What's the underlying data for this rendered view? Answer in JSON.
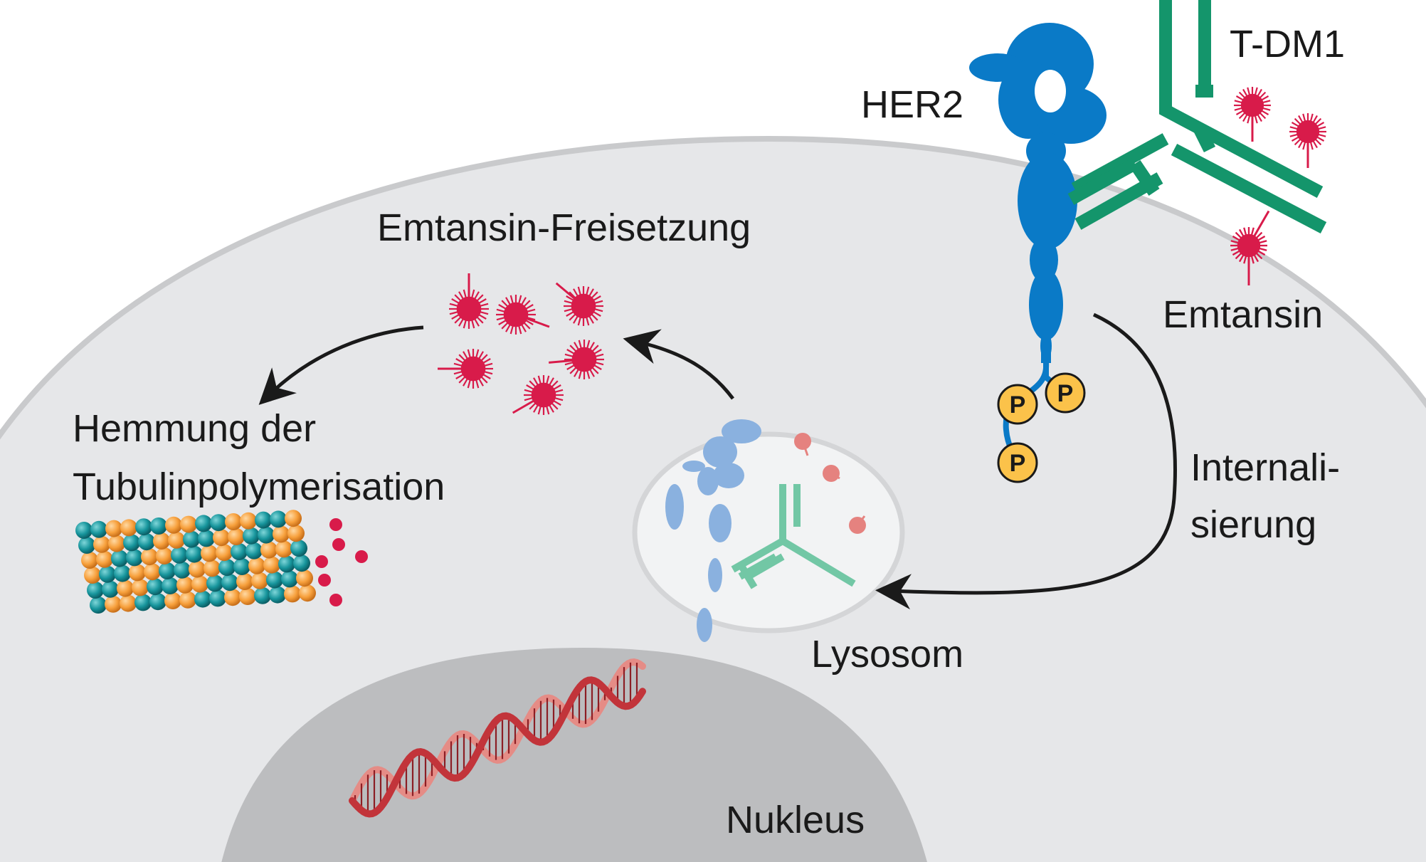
{
  "labels": {
    "her2": "HER2",
    "tdm1": "T-DM1",
    "emtansin": "Emtansin",
    "emtansin_release": "Emtansin-Freisetzung",
    "inhibition_line1": "Hemmung der",
    "inhibition_line2": "Tubulinpolymerisation",
    "internalization_line1": "Internali-",
    "internalization_line2": "sierung",
    "lysosome": "Lysosom",
    "nucleus": "Nukleus",
    "phospho": "P"
  },
  "colors": {
    "cell": "#e6e7e9",
    "membrane": "#c9cacc",
    "nucleus": "#bcbdbf",
    "her2": "#0a7ac7",
    "antibody": "#14956b",
    "emtansin": "#d81b4a",
    "phospho": "#fbc24a",
    "tubulin_teal": "#17959c",
    "tubulin_orange": "#f7a03c",
    "dna": "#c2343a"
  }
}
